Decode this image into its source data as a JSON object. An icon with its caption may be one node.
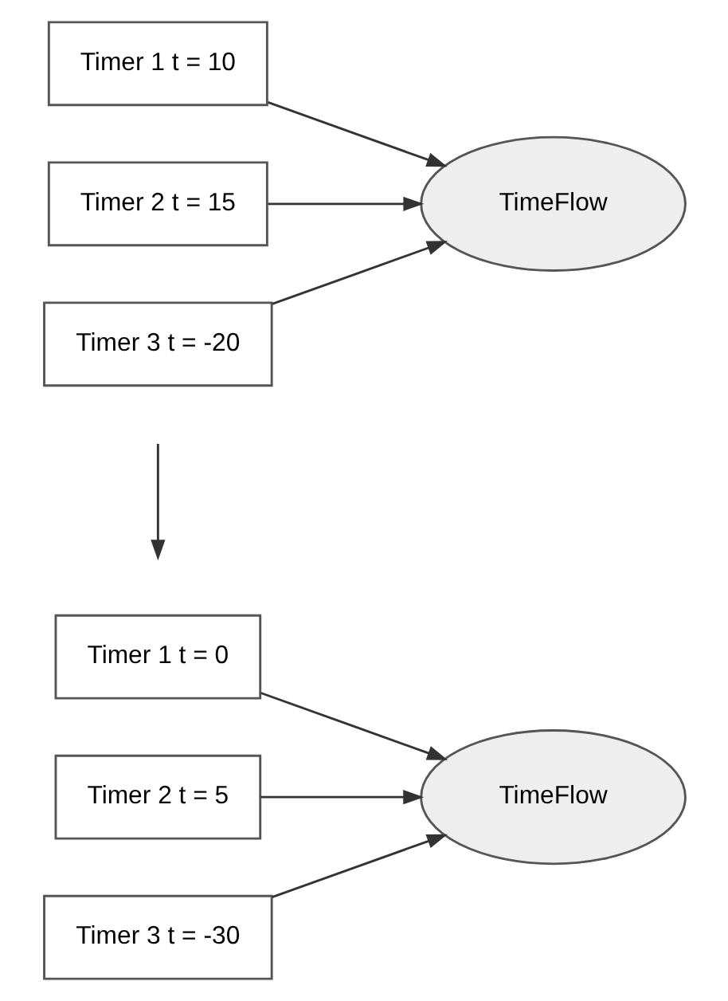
{
  "diagram": {
    "nodes": [
      {
        "text": [
          "Timer 1 t = 10"
        ]
      },
      {
        "text": [
          "Timer 2 t = 15"
        ]
      },
      {
        "text": [
          "Timer 3 t = -20"
        ]
      },
      {
        "text": [
          "TimeFlow"
        ]
      },
      {
        "text": [
          "Timer 1 t = 0"
        ]
      },
      {
        "text": [
          "Timer 2 t = 5"
        ]
      },
      {
        "text": [
          "Timer 3 t = -30"
        ]
      },
      {
        "text": [
          "TimeFlow"
        ]
      }
    ],
    "edges": [
      {
        "from": 0,
        "to": 3,
        "arrow": "to"
      },
      {
        "from": 1,
        "to": 3,
        "arrow": "to"
      },
      {
        "from": 2,
        "to": 3,
        "arrow": "to"
      },
      {
        "from": 4,
        "to": 7,
        "arrow": "to"
      },
      {
        "from": 5,
        "to": 7,
        "arrow": "to"
      },
      {
        "from": 6,
        "to": 7,
        "arrow": "to"
      }
    ]
  }
}
